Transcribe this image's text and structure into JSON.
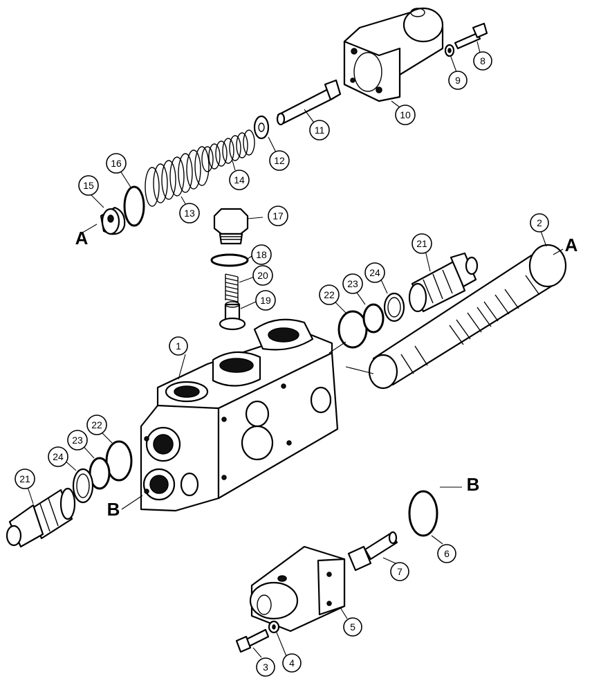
{
  "diagram": {
    "callouts": [
      "1",
      "2",
      "3",
      "4",
      "5",
      "6",
      "7",
      "8",
      "9",
      "10",
      "11",
      "12",
      "13",
      "14",
      "15",
      "16",
      "17",
      "18",
      "19",
      "20",
      "21",
      "21",
      "22",
      "22",
      "23",
      "23",
      "24",
      "24"
    ],
    "ref_letters": [
      "A",
      "A",
      "B",
      "B"
    ],
    "colors": {
      "line": "#000000",
      "background": "#ffffff"
    }
  }
}
